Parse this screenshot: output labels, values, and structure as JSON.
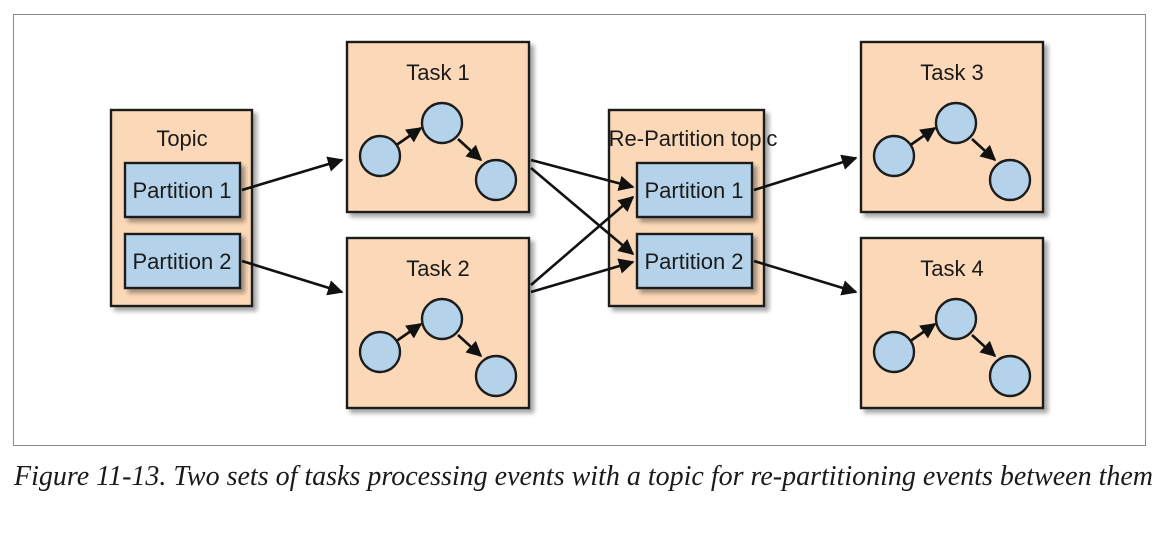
{
  "diagram": {
    "topic": {
      "title": "Topic",
      "partitions": [
        "Partition 1",
        "Partition 2"
      ]
    },
    "tasks": [
      "Task 1",
      "Task 2",
      "Task 3",
      "Task 4"
    ],
    "repartition_topic": {
      "title": "Re-Partition topic",
      "partitions": [
        "Partition 1",
        "Partition 2"
      ]
    }
  },
  "colors": {
    "box": "#fbd9b8",
    "partition": "#b4d3ea",
    "stroke": "#1c1c1c"
  },
  "caption": "Figure 11-13. Two sets of tasks processing events with a topic for re-partitioning events between them"
}
